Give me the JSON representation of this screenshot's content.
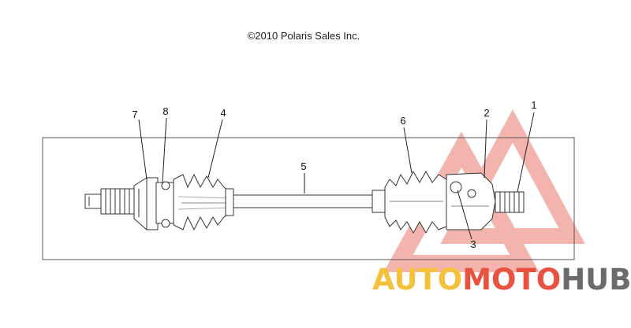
{
  "copyright": "©2010 Polaris Sales Inc.",
  "callouts": [
    "1",
    "2",
    "3",
    "4",
    "5",
    "6",
    "7",
    "8"
  ],
  "watermark": {
    "part1": "AUTO",
    "part2": "MOTO",
    "part3": "HUB",
    "colors": {
      "yellow": "#f6c13a",
      "red": "#e8523e",
      "grey": "#6b6b6b"
    }
  }
}
